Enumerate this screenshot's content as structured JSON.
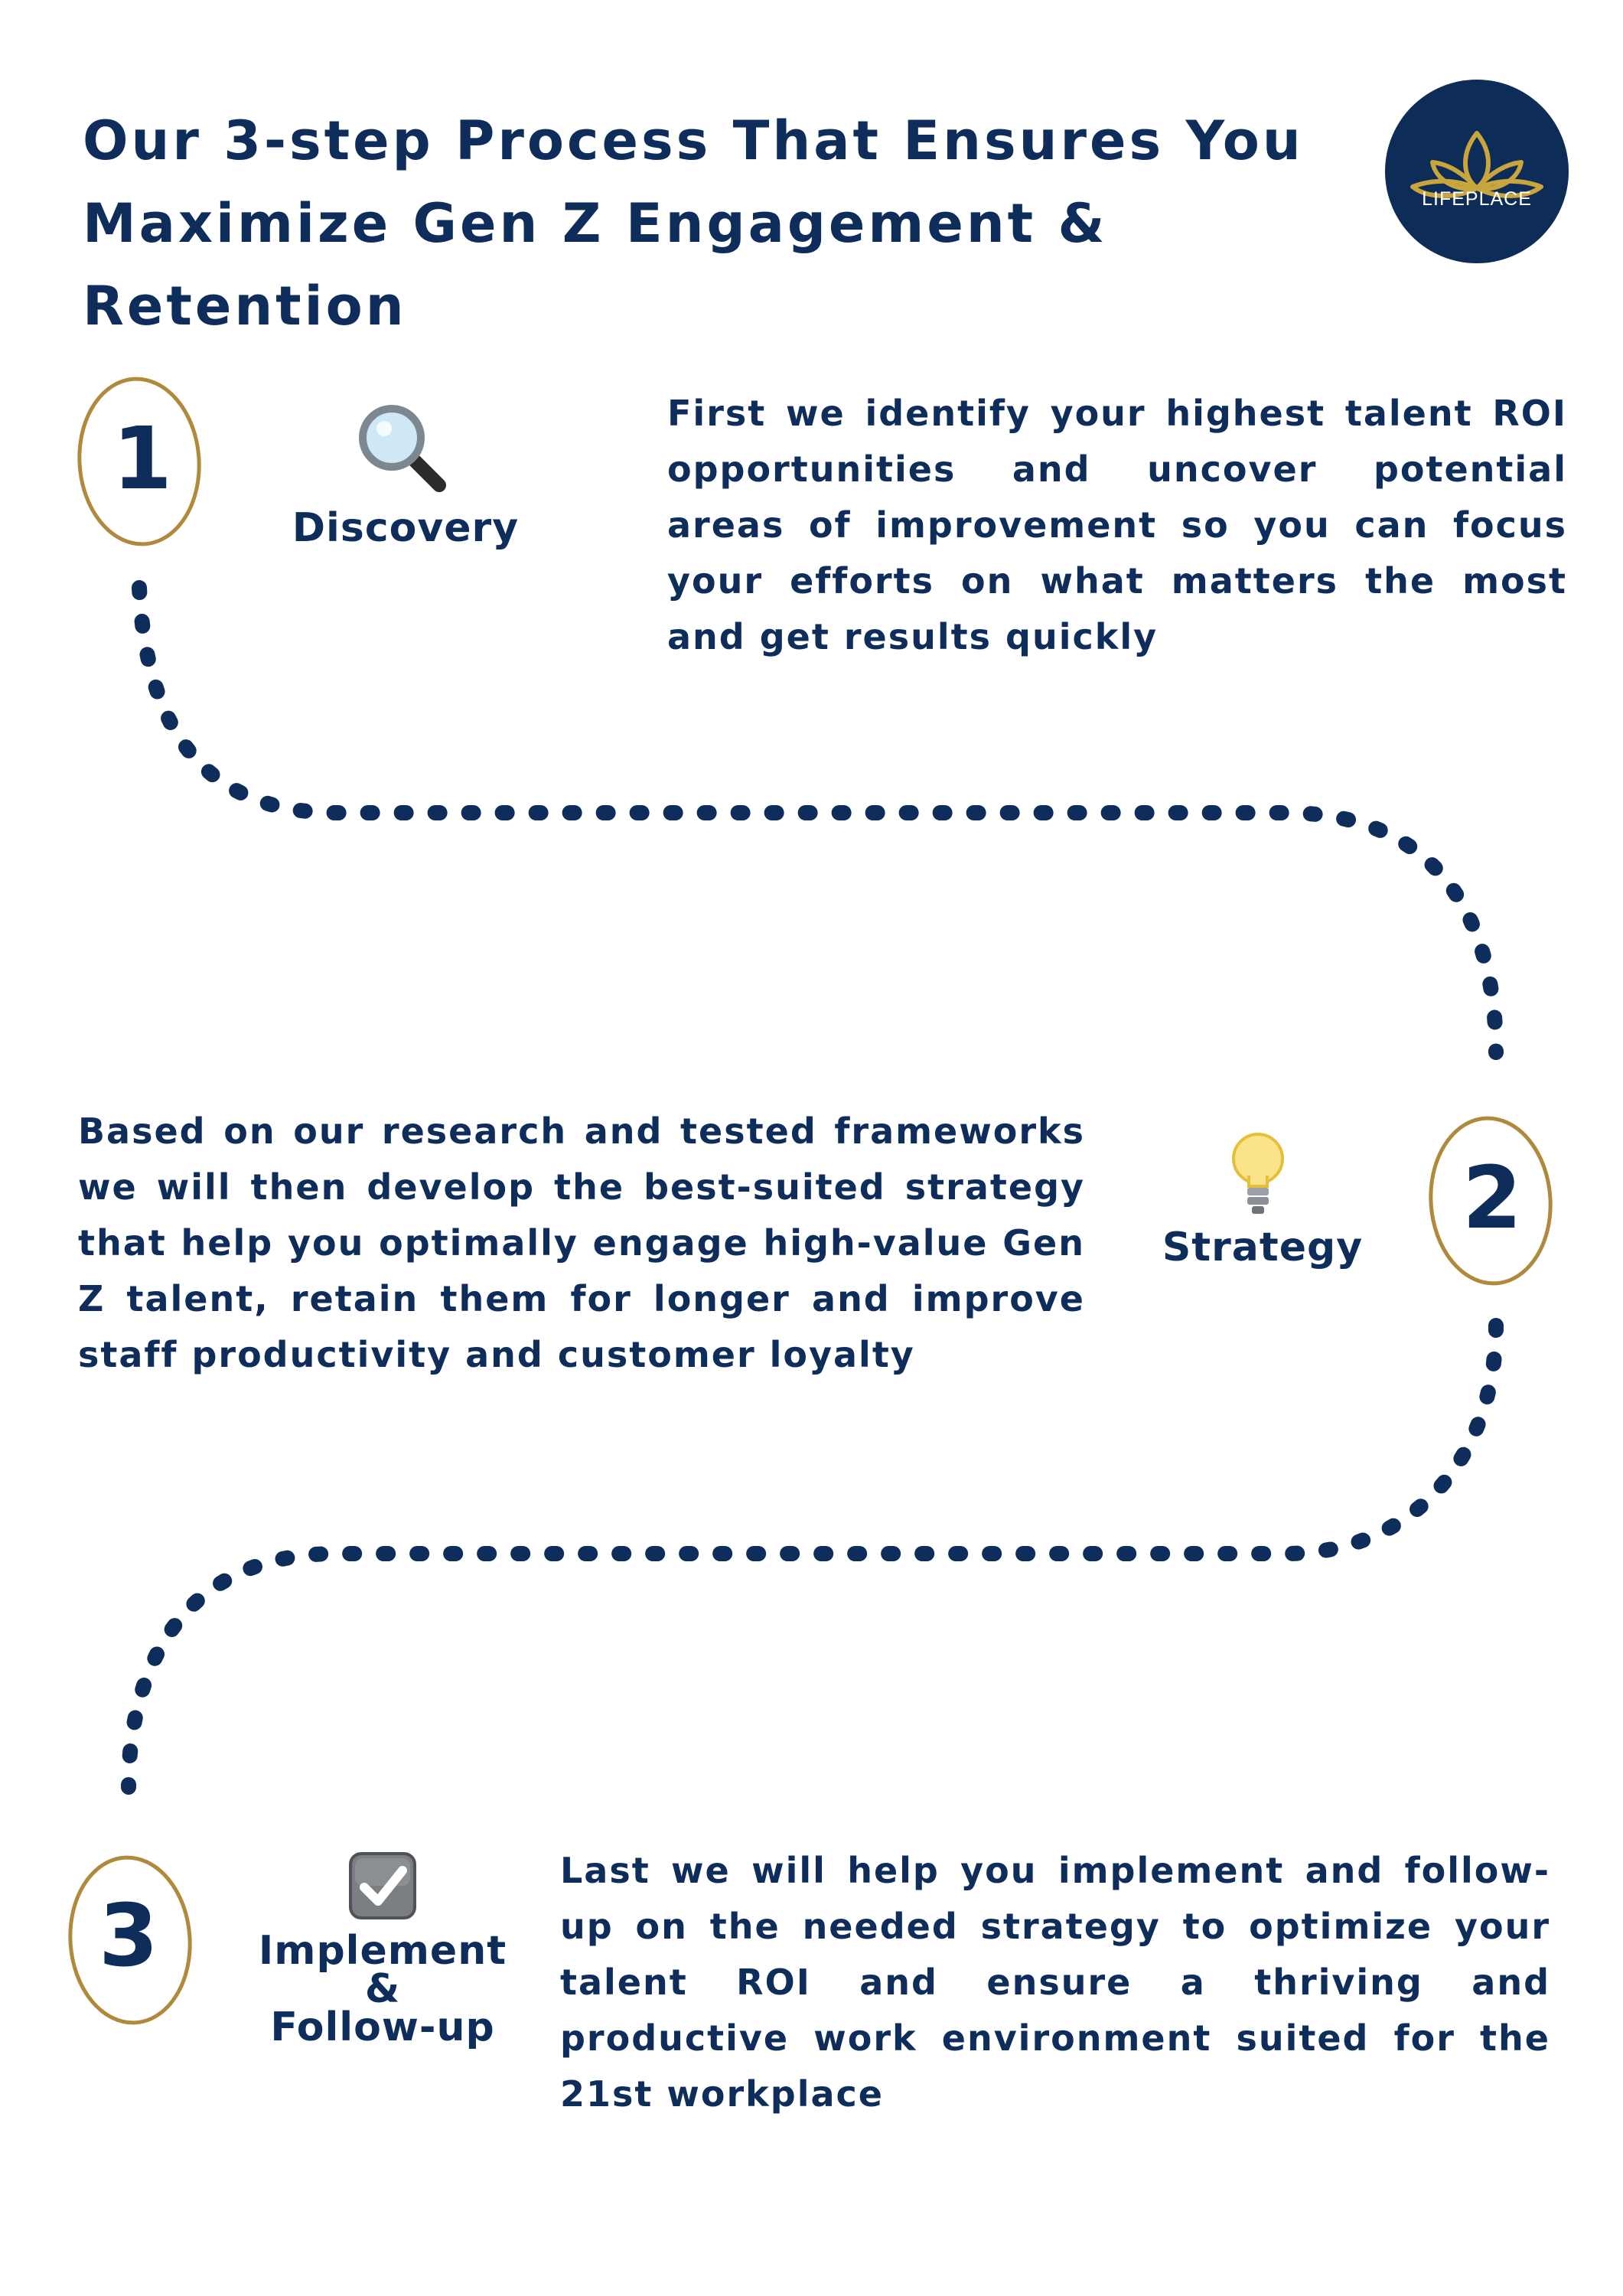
{
  "header": {
    "title_line1": "Our 3-step Process That Ensures You",
    "title_line2": "Maximize Gen Z Engagement & Retention",
    "logo_text": "LIFEPLACE",
    "logo_icon": "lotus-icon"
  },
  "colors": {
    "navy": "#0e2d5b",
    "gold": "#b08a3c",
    "white": "#ffffff"
  },
  "steps": [
    {
      "number": "1",
      "icon": "magnifying-glass-icon",
      "label": "Discovery",
      "description": "First we identify your highest talent ROI opportunities and uncover potential areas of improvement so you can focus your efforts on what matters the most and get results quickly"
    },
    {
      "number": "2",
      "icon": "light-bulb-icon",
      "label": "Strategy",
      "description": "Based on our research and tested frameworks we will then develop the best-suited strategy that help you optimally engage high-value Gen Z talent, retain them for longer and improve staff productivity and customer loyalty"
    },
    {
      "number": "3",
      "icon": "check-box-icon",
      "label_line1": "Implement",
      "label_line2": "&",
      "label_line3": "Follow-up",
      "description": "Last we will help you implement and follow-up on the needed strategy to optimize your talent ROI and ensure a thriving and productive work environment suited for the 21st workplace"
    }
  ]
}
